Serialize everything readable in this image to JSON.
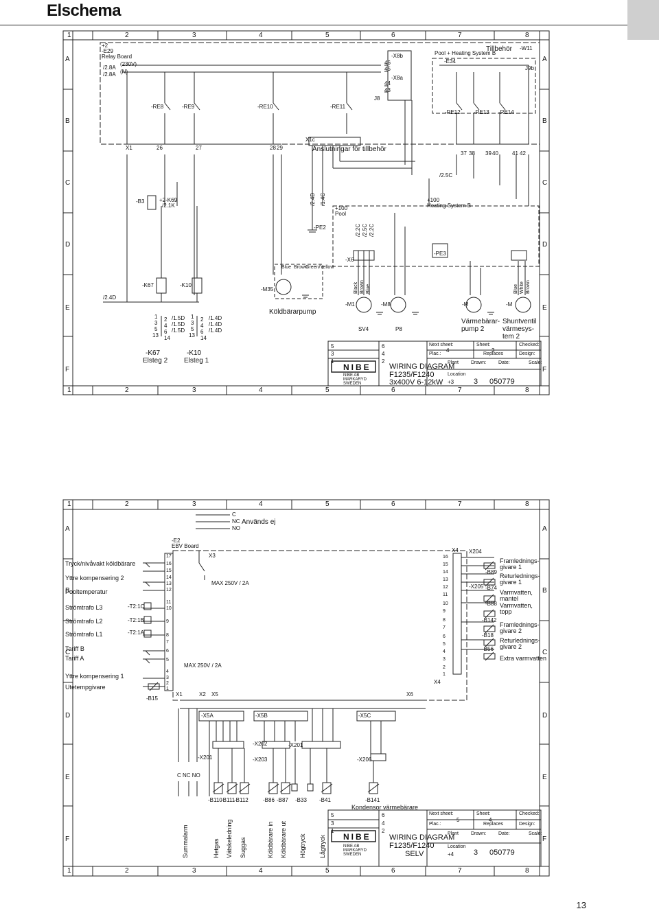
{
  "page": {
    "title": "Elschema",
    "page_number": "13"
  },
  "sheet1": {
    "columns": [
      "1",
      "2",
      "3",
      "4",
      "5",
      "6",
      "7",
      "8"
    ],
    "rows": [
      "A",
      "B",
      "C",
      "D",
      "E",
      "F"
    ],
    "relay_board": [
      "+2",
      "-E29",
      "Relay Board"
    ],
    "refs_left": [
      "/2.8A",
      "/2.8A"
    ],
    "voltage": "(230V)",
    "n_label": "(N)",
    "x8b_pins": [
      "46",
      "45",
      "44",
      "43"
    ],
    "x8b_label": "-X8b",
    "x8a_label": "-X8a",
    "j8": "J8",
    "pool_heating": "Pool + Heating System B",
    "e34": "-E34",
    "tillbehor": "Tillbehör",
    "w11": "-W11",
    "j9b": "J9b",
    "relays_top": [
      "-RE8",
      "-RE9",
      "-RE10",
      "-RE11"
    ],
    "relays_right": [
      "-RE12",
      "-RE13",
      "-RE14"
    ],
    "x1c": "X1c",
    "anslutningar": "Anslutningar för tillbehör",
    "terminals_x1": [
      "X1",
      "26",
      "27",
      "28",
      "29"
    ],
    "terminals_right": [
      "37",
      "38",
      "39",
      "40",
      "41",
      "42"
    ],
    "ref_25c": "/2.5C",
    "heating_system_b": [
      "+100",
      "Heating System B"
    ],
    "pool": [
      "+100",
      "Pool"
    ],
    "b3": "-B3",
    "k69": [
      "+2-K69",
      "/2.1K"
    ],
    "refs_mid": [
      "/2.4D",
      "/1.4C"
    ],
    "pe2": "-PE2",
    "pe3": "-PE3",
    "x6": "-X6",
    "refs_x6": [
      "/2.2C",
      "/2.5C",
      "/2.2C"
    ],
    "ref_240": "/2.4D",
    "k67": "-K67",
    "k10": "-K10",
    "m35": "-M35",
    "kold_pump": "Köldbärarpump",
    "wire_colors_pump": [
      "Blue",
      "Brown",
      "Green/Yellow"
    ],
    "m1": "-M1",
    "m8": "-M8",
    "m_a": "-M",
    "m_b": "-M",
    "sv4": "SV4",
    "p8": "P8",
    "wire_colors_m1": [
      "Black",
      "Brown",
      "Blue"
    ],
    "wire_colors_shunt": [
      "Blue",
      "White",
      "Brown"
    ],
    "varmebarar": [
      "Värmebärar-",
      "pump 2"
    ],
    "shunt": [
      "Shuntventil",
      "värmesys-",
      "tem 2"
    ],
    "k67_contacts": [
      "1",
      "3",
      "5",
      "13"
    ],
    "k67_contacts_r": [
      "2",
      "4",
      "6",
      "14"
    ],
    "k67_refs": [
      "/1.5D",
      "/1.5D",
      "/1.5D"
    ],
    "k10_refs": [
      "/1.4D",
      "/1.4D",
      "/1.4D"
    ],
    "elsteg": [
      [
        "-K67",
        "Elsteg 2"
      ],
      [
        "-K10",
        "Elsteg 1"
      ]
    ],
    "title_block": {
      "rev": [
        "5",
        "3",
        "1",
        "6",
        "4",
        "2"
      ],
      "next_sheet": "Next sheet:",
      "next_sheet_val": "4",
      "sheet": "Sheet:",
      "sheet_val": "3",
      "checked": "Checked:",
      "plac": "Plac.:",
      "replaces": "Replaces",
      "design": "Design:",
      "plant": "Plant",
      "drawn": "Drawn:",
      "date": "Date:",
      "scale": "Scale:",
      "location": "Location",
      "location_val": "+3",
      "drawing_no": "3",
      "number": "050779",
      "diagram_title": [
        "WIRING DIAGRAM",
        "F1235/F1240",
        "3x400V 6-12kW"
      ],
      "company": [
        "NIBE AB",
        "MARKARYD",
        "SWEDEN"
      ],
      "logo": "NIBE"
    }
  },
  "sheet2": {
    "columns": [
      "1",
      "2",
      "3",
      "4",
      "5",
      "6",
      "7",
      "8"
    ],
    "rows": [
      "A",
      "B",
      "C",
      "D",
      "E",
      "F"
    ],
    "anvands": "Används ej",
    "c_nc_no": [
      "C",
      "NC",
      "NO"
    ],
    "ebv": [
      "-E2",
      "EBV Board"
    ],
    "x3": "X3",
    "max_250": "MAX 250V / 2A",
    "left_labels": [
      "Tryck/nivåvakt köldbärare",
      "Yttre kompensering 2",
      "Pooltemperatur",
      "Strömtrafo L3",
      "Strömtrafo L2",
      "Strömtrafo L1",
      "Tariff B",
      "Tariff A",
      "Yttre kompensering 1",
      "Utetempgivare"
    ],
    "t2": [
      "-T2:1C",
      "-T2:1B",
      "-T2:1A"
    ],
    "b15": "-B15",
    "x1_pins": [
      "17",
      "16",
      "15",
      "14",
      "13",
      "12",
      "11",
      "10",
      "9",
      "8",
      "7",
      "6",
      "5",
      "4",
      "3",
      "2",
      "1"
    ],
    "x1": "X1",
    "x2": "X2",
    "x5": "X5",
    "x6": "X6",
    "x4": "X4",
    "x204": "X204",
    "x4_pins": [
      "16",
      "15",
      "14",
      "13",
      "12",
      "11",
      "10",
      "9",
      "8",
      "7",
      "6",
      "5",
      "4",
      "3",
      "2",
      "1"
    ],
    "sensors_right": [
      "-B89",
      "-X205",
      "-B74",
      "-B88",
      "-B142",
      "-B18",
      "-B56"
    ],
    "right_labels": [
      "Framlednings-",
      "givare 1",
      "Returlednings-",
      "givare 1",
      "Varmvatten,",
      "mantel",
      "Varmvatten,",
      "topp",
      "Framlednings-",
      "givare 2",
      "Returlednings-",
      "givare 2",
      "Extra varmvatten"
    ],
    "connectors": [
      "-X5A",
      "-X5B",
      "-X5C",
      "-X201",
      "-X202",
      "-X203",
      "-X201",
      "-X206"
    ],
    "c_nc_no_bottom": "C  NC NO",
    "bottom_sensors": [
      "-B110",
      "-B111",
      "-B112",
      "-B86",
      "-B87",
      "-B33",
      "-B41",
      "-B141"
    ],
    "kondensor": "Kondensor värmebärare",
    "bottom_labels": [
      "Summalarm",
      "Hetgas",
      "Vätskeledning",
      "Suggas",
      "Köldbärare in",
      "Köldbärare ut",
      "Högtryck",
      "Lågtryck"
    ],
    "title_block": {
      "rev": [
        "5",
        "3",
        "1",
        "6",
        "4",
        "2"
      ],
      "next_sheet": "Next sheet:",
      "next_sheet_val": "5",
      "sheet": "Sheet:",
      "sheet_val": "4",
      "checked": "Checked:",
      "plac": "Plac.:",
      "replaces": "Replaces",
      "design": "Design:",
      "plant": "Plant",
      "drawn": "Drawn:",
      "date": "Date:",
      "scale": "Scale:",
      "location": "Location",
      "location_val": "+4",
      "drawing_no": "3",
      "number": "050779",
      "diagram_title": [
        "WIRING DIAGRAM",
        "F1235/F1240",
        "SELV"
      ],
      "company": [
        "NIBE AB",
        "MARKARYD",
        "SWEDEN"
      ],
      "logo": "NIBE"
    }
  }
}
